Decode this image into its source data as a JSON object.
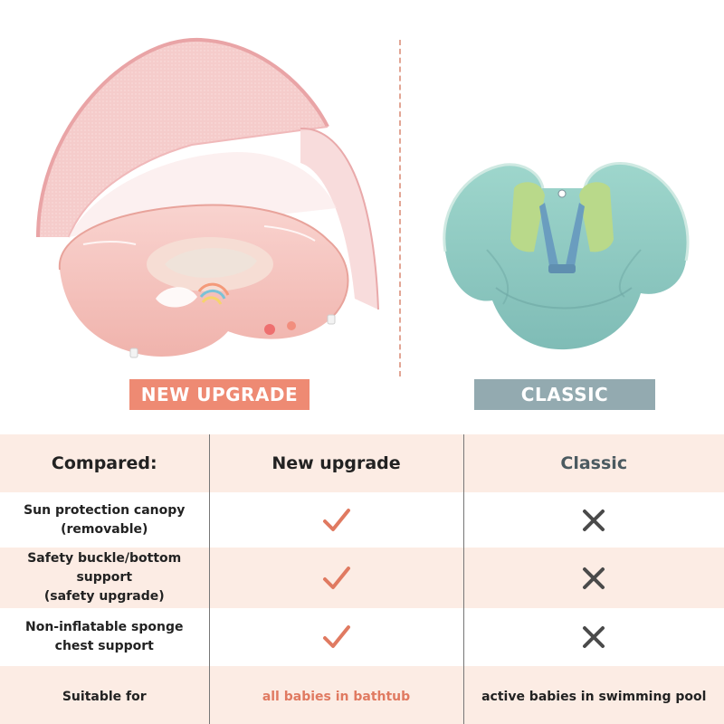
{
  "labels": {
    "new_upgrade": "NEW UPGRADE",
    "classic": "CLASSIC"
  },
  "table": {
    "headers": [
      "Compared:",
      "New upgrade",
      "Classic"
    ],
    "rows": [
      {
        "feature_line1": "Sun protection canopy",
        "feature_line2": "(removable)",
        "new": "check-icon",
        "classic": "cross-icon"
      },
      {
        "feature_line1": "Safety buckle/bottom support",
        "feature_line2": "(safety upgrade)",
        "new": "check-icon",
        "classic": "cross-icon"
      },
      {
        "feature_line1": "Non-inflatable sponge",
        "feature_line2": "chest support",
        "new": "check-icon",
        "classic": "cross-icon"
      }
    ],
    "suitable": {
      "label": "Suitable for",
      "new": "all babies in bathtub",
      "classic": "active babies in swimming pool"
    }
  },
  "colors": {
    "accent": "#ee8a73",
    "classic": "#93aab0",
    "row_tint": "#fcece4",
    "check": "#e07a61",
    "cross": "#4a4a4a"
  }
}
